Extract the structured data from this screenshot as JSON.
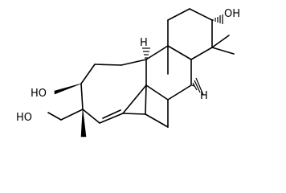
{
  "molecule": {
    "labels": {
      "oh_top": "OH",
      "ho_left": "HO",
      "ho_bottom_left": "HO",
      "h_top": "H",
      "h_right": "H"
    }
  }
}
